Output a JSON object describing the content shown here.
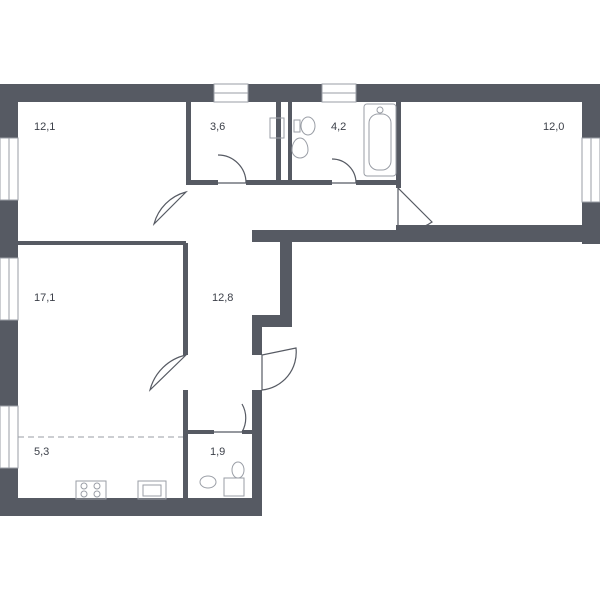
{
  "plan": {
    "wall_color": "#565a63",
    "line_color": "#9a9ea6",
    "rooms": [
      {
        "id": "bedroom-top-left",
        "area": "12,1"
      },
      {
        "id": "toilet",
        "area": "3,6"
      },
      {
        "id": "bathroom",
        "area": "4,2"
      },
      {
        "id": "bedroom-right",
        "area": "12,0"
      },
      {
        "id": "living-room",
        "area": "17,1"
      },
      {
        "id": "hallway",
        "area": "12,8"
      },
      {
        "id": "kitchen",
        "area": "5,3"
      },
      {
        "id": "wc-small",
        "area": "1,9"
      }
    ]
  }
}
